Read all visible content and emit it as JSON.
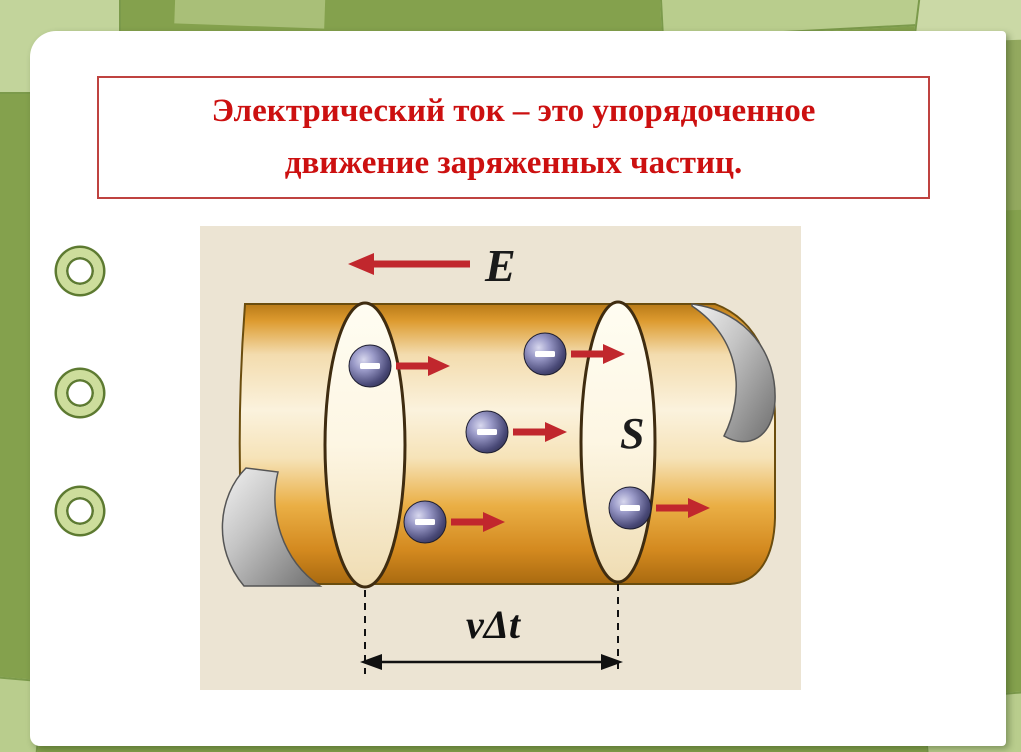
{
  "slide": {
    "title": "Электрический ток – это упорядоченное движение заряженных частиц.",
    "title_lines": [
      "Электрический ток – это упорядоченное",
      "движение заряженных частиц."
    ],
    "bullet_count": 3
  },
  "diagram": {
    "field_label": "E",
    "cross_section_label": "S",
    "distance_label": "vΔt",
    "electron_sign": "−",
    "electron_count": 5
  },
  "colors": {
    "title_text": "#cc1010",
    "title_border": "#bf4340",
    "background_green": "#84a14d",
    "decor_light_green": "#b9cd8d",
    "arrow_red": "#c1272d",
    "tube_orange": "#e8a93c",
    "electron_fill": "#34345c",
    "diagram_background": "#ece4d3"
  }
}
